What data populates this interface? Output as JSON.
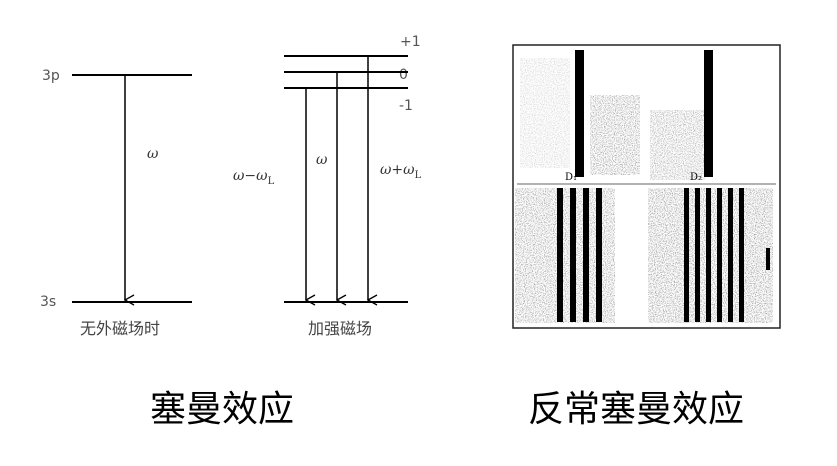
{
  "left_diagram": {
    "level_upper": "3p",
    "level_lower": "3s",
    "transition": "ω",
    "caption": "无外磁场时"
  },
  "middle_diagram": {
    "sublevel_top": "+1",
    "sublevel_mid": "0",
    "sublevel_bottom": "-1",
    "transition_minus": "ω−ω",
    "transition_minus_sub": "L",
    "transition_center": "ω",
    "transition_plus": "ω+ω",
    "transition_plus_sub": "L",
    "caption": "加强磁场"
  },
  "spectra": {
    "label_left": "D₁",
    "label_right": "D₂"
  },
  "titles": {
    "left": "塞曼效应",
    "right": "反常塞曼效应"
  },
  "colors": {
    "line": "#000000",
    "text": "#333333"
  }
}
